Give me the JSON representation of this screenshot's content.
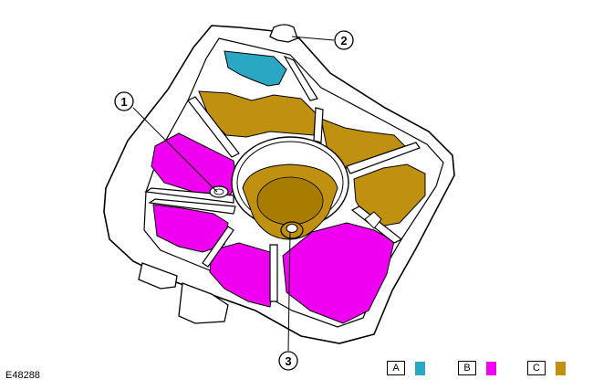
{
  "figure_id": "E48288",
  "callouts": [
    "1",
    "2",
    "3"
  ],
  "colors": {
    "A": "#2aa7c2",
    "B": "#f000f0",
    "C": "#c09010",
    "C_dark": "#a77c00",
    "outline": "#000000"
  },
  "legend": [
    {
      "key": "A",
      "color": "#2aa7c2"
    },
    {
      "key": "B",
      "color": "#f000f0"
    },
    {
      "key": "C",
      "color": "#c09010"
    }
  ]
}
